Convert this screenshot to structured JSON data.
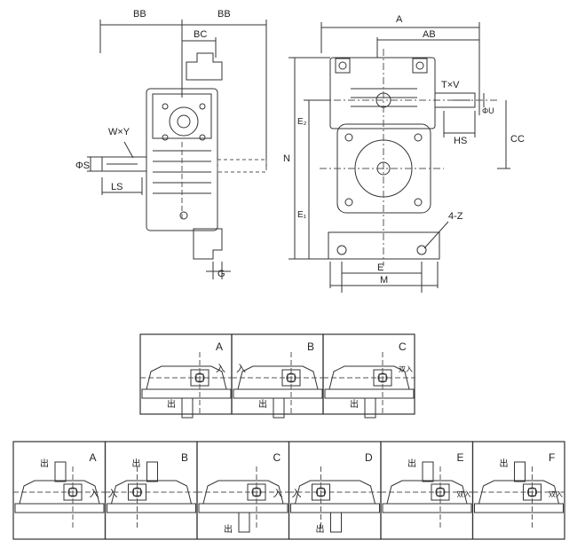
{
  "drawing": {
    "side_view": {
      "top_dims": [
        "BB",
        "BB",
        "BC"
      ],
      "left_labels": [
        "W×Y",
        "ΦS",
        "LS"
      ],
      "bottom_label": "G"
    },
    "front_view": {
      "top_dims": [
        "A",
        "AB"
      ],
      "right_labels": [
        "T×V",
        "ΦU",
        "HS",
        "CC",
        "4-Z"
      ],
      "left_labels": [
        "N",
        "E₂",
        "E₁"
      ],
      "bottom_dims": [
        "E",
        "M"
      ]
    }
  },
  "arrangements": {
    "row1": [
      {
        "letter": "A",
        "in_label": "入",
        "out_label": "出"
      },
      {
        "letter": "B",
        "in_label": "入",
        "out_label": "出"
      },
      {
        "letter": "C",
        "in_label": "双入",
        "out_label": "出"
      }
    ],
    "row2": [
      {
        "letter": "A",
        "in_label": "入",
        "out_label": "出"
      },
      {
        "letter": "B",
        "in_label": "入",
        "out_label": "出"
      },
      {
        "letter": "C",
        "in_label": "入",
        "out_label": "出"
      },
      {
        "letter": "D",
        "in_label": "入",
        "out_label": "出"
      },
      {
        "letter": "E",
        "in_label": "双入",
        "out_label": "出"
      },
      {
        "letter": "F",
        "in_label": "双入",
        "out_label": "出"
      }
    ]
  },
  "colors": {
    "line": "#333333",
    "dash": "#555555"
  }
}
